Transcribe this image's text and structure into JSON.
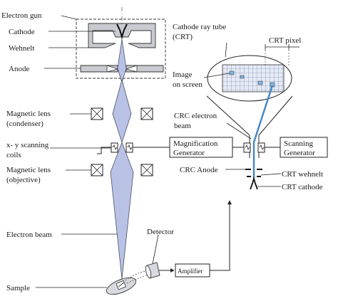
{
  "labels": {
    "electron_gun": "Electron gun",
    "cathode": "Cathode",
    "wehnelt": "Wehnelt",
    "anode": "Anode",
    "mag_lens_cond_1": "Magnetic  lens",
    "mag_lens_cond_2": "(condenser)",
    "xy_coils_1": "x- y scanning",
    "xy_coils_2": "coils",
    "mag_lens_obj_1": "Magnetic lens",
    "mag_lens_obj_2": "(objective)",
    "electron_beam": "Electron beam",
    "sample": "Sample",
    "detector": "Detector",
    "amplifier": "Amplifier",
    "crt_title_1": "Cathode ray tube",
    "crt_title_2": "(CRT)",
    "crt_pixel": "CRT pixel",
    "image_on_screen_1": "Image",
    "image_on_screen_2": "on screen",
    "crc_beam_1": "CRC electron",
    "crc_beam_2": "beam",
    "mag_gen_1": "Magnification",
    "mag_gen_2": "Generator",
    "scan_gen_1": "Scanning",
    "scan_gen_2": "Generator",
    "crc_anode": "CRC Anode",
    "crt_wehnelt": "CRT wehnelt",
    "crt_cathode": "CRT cathode"
  },
  "colors": {
    "beam_fill": "#b9c2e4",
    "part_fill": "#c9cbd1",
    "crt_screen": "#e4eaf7",
    "crt_beam": "#3f86c6",
    "spots": "#7fb6e6"
  }
}
